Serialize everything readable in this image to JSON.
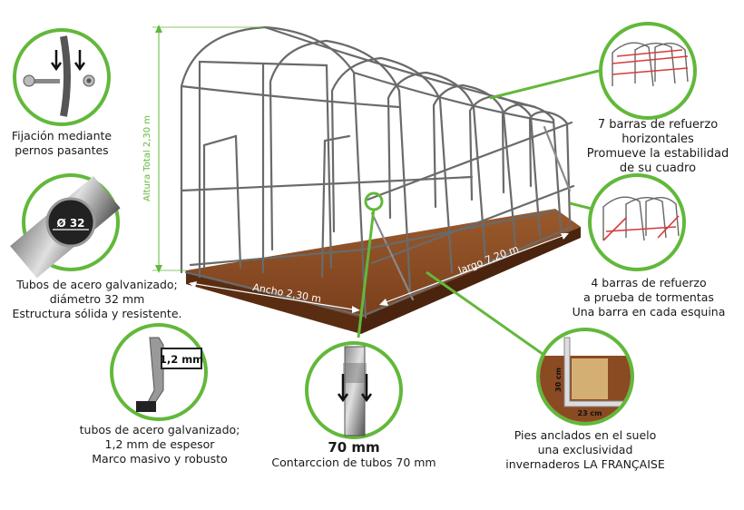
{
  "dimensions": {
    "height_label": "Altura Total 2,30 m",
    "width_label": "Ancho 2,30 m",
    "length_label": "largo 7,20 m"
  },
  "features": {
    "bolts": {
      "lines": [
        "Fijación mediante",
        "pernos pasantes"
      ]
    },
    "tubes": {
      "badge": "Ø 32",
      "lines": [
        "Tubos de acero galvanizado;",
        "diámetro 32 mm",
        "Estructura sólida y resistente."
      ]
    },
    "thickness": {
      "badge": "1,2 mm",
      "lines": [
        "tubos de acero galvanizado;",
        "1,2 mm de espesor",
        "Marco masivo y robusto"
      ]
    },
    "connection": {
      "title": "70 mm",
      "lines": [
        "Contarccion de tubos 70 mm"
      ]
    },
    "anchors": {
      "height_tag": "30 cm",
      "width_tag": "23 cm",
      "lines": [
        "Pies anclados en el suelo",
        "una exclusividad",
        "invernaderos LA FRANÇAISE"
      ]
    },
    "horizontal_bars": {
      "lines": [
        "7 barras de refuerzo",
        "horizontales",
        "Promueve la estabilidad",
        "de su cuadro"
      ]
    },
    "storm_bars": {
      "lines": [
        "4 barras de refuerzo",
        "a prueba de tormentas",
        "Una barra en cada esquina"
      ]
    }
  },
  "colors": {
    "accent_green": "#62b83a",
    "soil": "#8a4a22",
    "soil_dark": "#5a2d12",
    "frame": "#555555",
    "brace_red": "#d93a3a"
  }
}
